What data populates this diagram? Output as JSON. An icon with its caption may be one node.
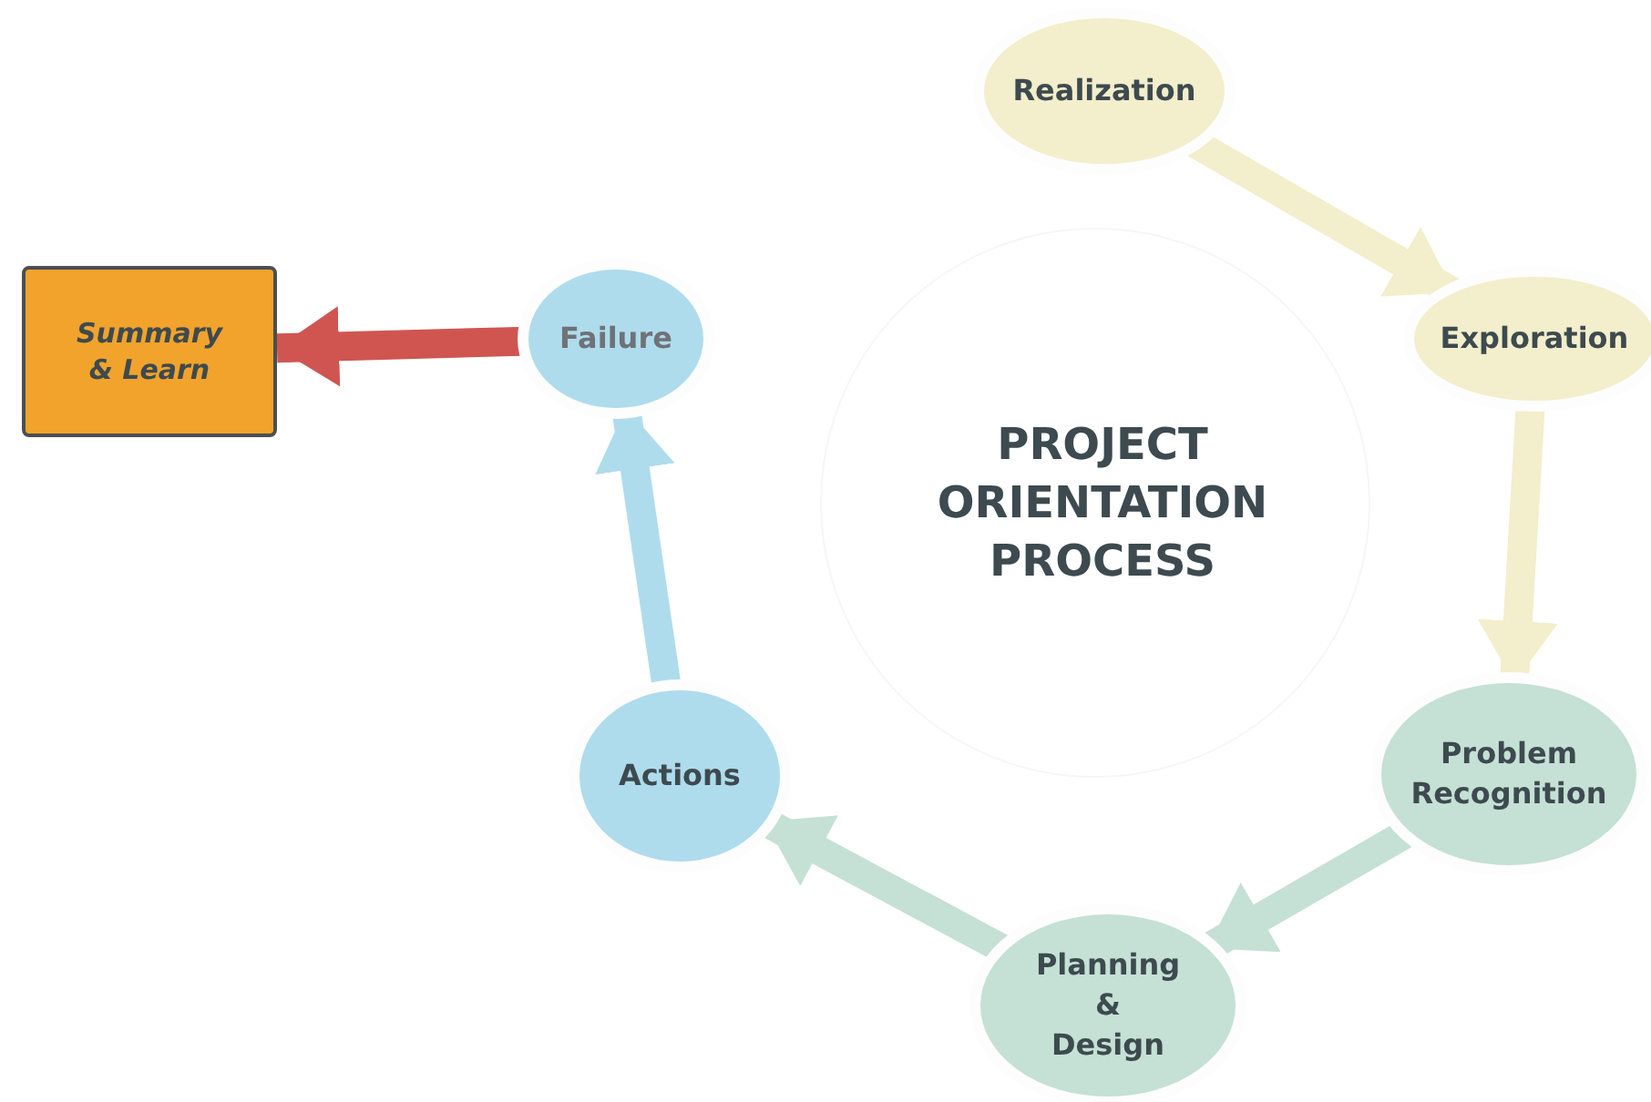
{
  "diagram": {
    "title": "PROJECT ORIENTATION PROCESS",
    "nodes": [
      {
        "text": [
          "Realization"
        ]
      },
      {
        "text": [
          "Exploration"
        ]
      },
      {
        "text": [
          "Problem Recognition"
        ]
      },
      {
        "text": [
          "Planning & Design"
        ]
      },
      {
        "text": [
          "Actions"
        ]
      },
      {
        "text": [
          "Failure"
        ]
      },
      {
        "text": [
          "Summary & Learn"
        ]
      }
    ],
    "edges": [
      {
        "from": 0,
        "to": 1,
        "arrow": "to",
        "color": "#f3eecb"
      },
      {
        "from": 1,
        "to": 2,
        "arrow": "to",
        "color": "#f3eecb"
      },
      {
        "from": 2,
        "to": 3,
        "arrow": "to",
        "color": "#c5e0d5"
      },
      {
        "from": 3,
        "to": 4,
        "arrow": "to",
        "color": "#c5e0d5"
      },
      {
        "from": 4,
        "to": 5,
        "arrow": "to",
        "color": "#aedcec"
      },
      {
        "from": 5,
        "to": 6,
        "arrow": "to",
        "color": "#d05550"
      }
    ]
  }
}
